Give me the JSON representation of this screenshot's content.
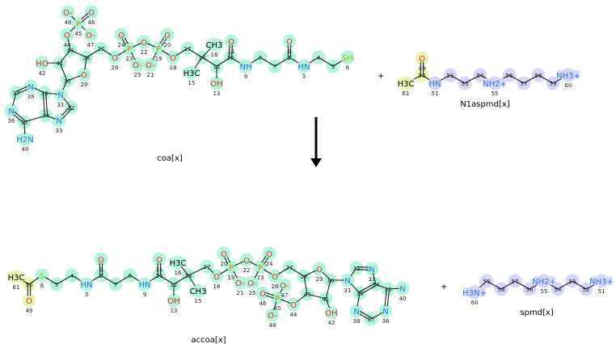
{
  "reaction": {
    "plus_sign": "+",
    "colors": {
      "highlight_coa": "#b2f5dc",
      "highlight_aspmd": "#d6d6fa",
      "highlight_acetyl": "#e6f6b0",
      "O": "#e0301e",
      "N": "#2f74e8",
      "P": "#d08c00",
      "S": "#9ac41c",
      "C": "#000000"
    },
    "molecules": [
      {
        "key": "coa",
        "name": "coa[x]",
        "highlight": "highlight_coa",
        "atoms": [
          {
            "id": 1,
            "sym": "O",
            "el": "O"
          },
          {
            "id": 2,
            "sym": "",
            "el": "C"
          },
          {
            "id": 3,
            "sym": "HN",
            "el": "N"
          },
          {
            "id": 4,
            "sym": "",
            "el": "C"
          },
          {
            "id": 5,
            "sym": "",
            "el": "C"
          },
          {
            "id": 6,
            "sym": "SH",
            "el": "S"
          },
          {
            "id": 7,
            "sym": "",
            "el": "C"
          },
          {
            "id": 8,
            "sym": "",
            "el": "C"
          },
          {
            "id": 9,
            "sym": "NH",
            "el": "N"
          },
          {
            "id": 10,
            "sym": "",
            "el": "C"
          },
          {
            "id": 11,
            "sym": "O",
            "el": "O"
          },
          {
            "id": 12,
            "sym": "",
            "el": "C"
          },
          {
            "id": 13,
            "sym": "OH",
            "el": "O"
          },
          {
            "id": 14,
            "sym": "",
            "el": "C"
          },
          {
            "id": 15,
            "sym": "H3C",
            "el": "C"
          },
          {
            "id": 16,
            "sym": "CH3",
            "el": "C"
          },
          {
            "id": 17,
            "sym": "",
            "el": "C"
          },
          {
            "id": 18,
            "sym": "O",
            "el": "O"
          },
          {
            "id": 19,
            "sym": "P",
            "el": "P"
          },
          {
            "id": 20,
            "sym": "O",
            "el": "O"
          },
          {
            "id": 21,
            "sym": "O-",
            "el": "O"
          },
          {
            "id": 22,
            "sym": "O",
            "el": "O"
          },
          {
            "id": 23,
            "sym": "P",
            "el": "P"
          },
          {
            "id": 24,
            "sym": "O",
            "el": "O"
          },
          {
            "id": 25,
            "sym": "O-",
            "el": "O"
          },
          {
            "id": 26,
            "sym": "O",
            "el": "O"
          },
          {
            "id": 27,
            "sym": "",
            "el": "C"
          },
          {
            "id": 28,
            "sym": "",
            "el": "C"
          },
          {
            "id": 29,
            "sym": "O",
            "el": "O"
          },
          {
            "id": 30,
            "sym": "",
            "el": "C"
          },
          {
            "id": 31,
            "sym": "N",
            "el": "N"
          },
          {
            "id": 32,
            "sym": "",
            "el": "C"
          },
          {
            "id": 33,
            "sym": "N",
            "el": "N"
          },
          {
            "id": 34,
            "sym": "",
            "el": "C"
          },
          {
            "id": 35,
            "sym": "",
            "el": "C"
          },
          {
            "id": 36,
            "sym": "N",
            "el": "N"
          },
          {
            "id": 37,
            "sym": "",
            "el": "C"
          },
          {
            "id": 38,
            "sym": "N",
            "el": "N"
          },
          {
            "id": 39,
            "sym": "",
            "el": "C"
          },
          {
            "id": 40,
            "sym": "H2N",
            "el": "N"
          },
          {
            "id": 41,
            "sym": "",
            "el": "C"
          },
          {
            "id": 42,
            "sym": "HO",
            "el": "O"
          },
          {
            "id": 43,
            "sym": "",
            "el": "C"
          },
          {
            "id": 44,
            "sym": "O",
            "el": "O"
          },
          {
            "id": 45,
            "sym": "P",
            "el": "P"
          },
          {
            "id": 46,
            "sym": "O",
            "el": "O"
          },
          {
            "id": 47,
            "sym": "O-",
            "el": "O"
          },
          {
            "id": 48,
            "sym": "O-",
            "el": "O"
          }
        ]
      },
      {
        "key": "n1aspmd",
        "name": "N1aspmd[x]",
        "highlight": "highlight_aspmd",
        "atoms": [
          {
            "id": 49,
            "sym": "O",
            "el": "O",
            "hl": "highlight_acetyl"
          },
          {
            "id": 50,
            "sym": "",
            "el": "C",
            "hl": "highlight_acetyl"
          },
          {
            "id": 61,
            "sym": "H3C",
            "el": "C",
            "hl": "highlight_acetyl"
          },
          {
            "id": 51,
            "sym": "HN",
            "el": "N"
          },
          {
            "id": 52,
            "sym": "",
            "el": "C"
          },
          {
            "id": 53,
            "sym": "",
            "el": "C"
          },
          {
            "id": 54,
            "sym": "",
            "el": "C"
          },
          {
            "id": 55,
            "sym": "NH2+",
            "el": "N"
          },
          {
            "id": 56,
            "sym": "",
            "el": "C"
          },
          {
            "id": 57,
            "sym": "",
            "el": "C"
          },
          {
            "id": 58,
            "sym": "",
            "el": "C"
          },
          {
            "id": 59,
            "sym": "",
            "el": "C"
          },
          {
            "id": 60,
            "sym": "NH3+",
            "el": "N"
          }
        ]
      },
      {
        "key": "accoa",
        "name": "accoa[x]",
        "highlight": "highlight_coa",
        "atoms": [
          {
            "id": 61,
            "sym": "H3C",
            "el": "C",
            "hl": "highlight_acetyl"
          },
          {
            "id": 50,
            "sym": "",
            "el": "C",
            "hl": "highlight_acetyl"
          },
          {
            "id": 49,
            "sym": "O",
            "el": "O",
            "hl": "highlight_acetyl"
          },
          {
            "id": 6,
            "sym": "S",
            "el": "S"
          },
          {
            "id": 5,
            "sym": "",
            "el": "C"
          },
          {
            "id": 4,
            "sym": "",
            "el": "C"
          },
          {
            "id": 3,
            "sym": "HN",
            "el": "N"
          },
          {
            "id": 2,
            "sym": "",
            "el": "C"
          },
          {
            "id": 1,
            "sym": "O",
            "el": "O"
          },
          {
            "id": 7,
            "sym": "",
            "el": "C"
          },
          {
            "id": 8,
            "sym": "",
            "el": "C"
          },
          {
            "id": 9,
            "sym": "HN",
            "el": "N"
          },
          {
            "id": 10,
            "sym": "",
            "el": "C"
          },
          {
            "id": 11,
            "sym": "O",
            "el": "O"
          },
          {
            "id": 12,
            "sym": "",
            "el": "C"
          },
          {
            "id": 13,
            "sym": "OH",
            "el": "O"
          },
          {
            "id": 14,
            "sym": "",
            "el": "C"
          },
          {
            "id": 16,
            "sym": "H3C",
            "el": "C"
          },
          {
            "id": 15,
            "sym": "CH3",
            "el": "C"
          },
          {
            "id": 17,
            "sym": "",
            "el": "C"
          },
          {
            "id": 18,
            "sym": "O",
            "el": "O"
          },
          {
            "id": 19,
            "sym": "P",
            "el": "P"
          },
          {
            "id": 20,
            "sym": "O",
            "el": "O"
          },
          {
            "id": 21,
            "sym": "O-",
            "el": "O"
          },
          {
            "id": 22,
            "sym": "O",
            "el": "O"
          },
          {
            "id": 23,
            "sym": "P",
            "el": "P"
          },
          {
            "id": 24,
            "sym": "O",
            "el": "O"
          },
          {
            "id": 25,
            "sym": "O-",
            "el": "O"
          },
          {
            "id": 26,
            "sym": "O",
            "el": "O"
          },
          {
            "id": 27,
            "sym": "",
            "el": "C"
          },
          {
            "id": 28,
            "sym": "",
            "el": "C"
          },
          {
            "id": 29,
            "sym": "O",
            "el": "O"
          },
          {
            "id": 30,
            "sym": "",
            "el": "C"
          },
          {
            "id": 31,
            "sym": "N",
            "el": "N"
          },
          {
            "id": 32,
            "sym": "",
            "el": "C"
          },
          {
            "id": 33,
            "sym": "N",
            "el": "N"
          },
          {
            "id": 34,
            "sym": "",
            "el": "C"
          },
          {
            "id": 35,
            "sym": "",
            "el": "C"
          },
          {
            "id": 36,
            "sym": "N",
            "el": "N"
          },
          {
            "id": 37,
            "sym": "",
            "el": "C"
          },
          {
            "id": 38,
            "sym": "N",
            "el": "N"
          },
          {
            "id": 39,
            "sym": "",
            "el": "C"
          },
          {
            "id": 40,
            "sym": "N",
            "el": "N"
          },
          {
            "id": 41,
            "sym": "",
            "el": "C"
          },
          {
            "id": 42,
            "sym": "OH",
            "el": "O"
          },
          {
            "id": 43,
            "sym": "",
            "el": "C"
          },
          {
            "id": 44,
            "sym": "O",
            "el": "O"
          },
          {
            "id": 45,
            "sym": "P",
            "el": "P"
          },
          {
            "id": 46,
            "sym": "O",
            "el": "O"
          },
          {
            "id": 47,
            "sym": "O-",
            "el": "O"
          },
          {
            "id": 48,
            "sym": "O-",
            "el": "O"
          }
        ]
      },
      {
        "key": "spmd",
        "name": "spmd[x]",
        "highlight": "highlight_aspmd",
        "atoms": [
          {
            "id": 60,
            "sym": "H3N+",
            "el": "N"
          },
          {
            "id": 59,
            "sym": "",
            "el": "C"
          },
          {
            "id": 58,
            "sym": "",
            "el": "C"
          },
          {
            "id": 57,
            "sym": "",
            "el": "C"
          },
          {
            "id": 56,
            "sym": "",
            "el": "C"
          },
          {
            "id": 55,
            "sym": "NH2+",
            "el": "N"
          },
          {
            "id": 54,
            "sym": "",
            "el": "C"
          },
          {
            "id": 53,
            "sym": "",
            "el": "C"
          },
          {
            "id": 52,
            "sym": "",
            "el": "C"
          },
          {
            "id": 51,
            "sym": "NH3+",
            "el": "N"
          }
        ]
      }
    ]
  }
}
